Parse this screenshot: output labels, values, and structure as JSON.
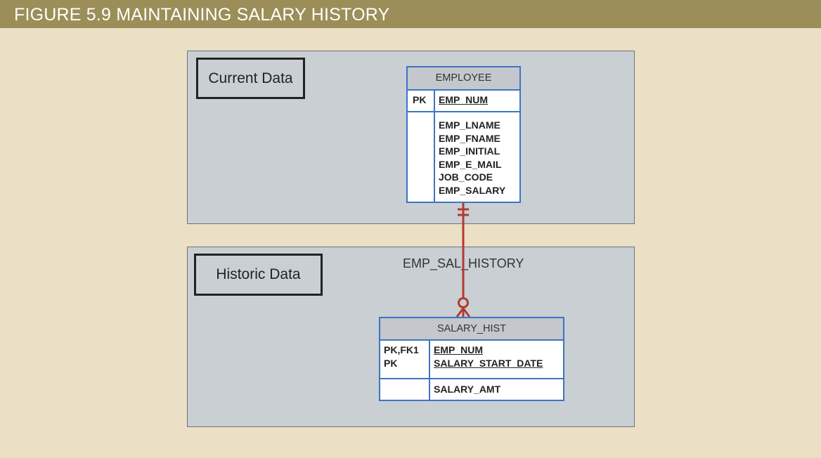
{
  "header": {
    "title": "FIGURE 5.9  MAINTAINING SALARY HISTORY"
  },
  "colors": {
    "header_bg": "#9c8e58",
    "page_bg": "#ebdfc6",
    "panel_bg": "#cacfd3",
    "entity_border": "#3d74c4",
    "relationship": "#b23a32"
  },
  "panels": {
    "current": {
      "label": "Current Data"
    },
    "historic": {
      "label": "Historic Data"
    }
  },
  "relationship": {
    "name": "EMP_SAL_HISTORY",
    "parent_end": "one-and-only-one",
    "child_end": "zero-or-many"
  },
  "employee": {
    "title": "EMPLOYEE",
    "key_label": "PK",
    "key_attr": "EMP_NUM",
    "attributes": [
      "EMP_LNAME",
      "EMP_FNAME",
      "EMP_INITIAL",
      "EMP_E_MAIL",
      "JOB_CODE",
      "EMP_SALARY"
    ]
  },
  "salary_hist": {
    "title": "SALARY_HIST",
    "key_labels": [
      "PK,FK1",
      "PK"
    ],
    "key_attrs": [
      "EMP_NUM",
      "SALARY_START_DATE"
    ],
    "attributes": [
      "SALARY_AMT"
    ]
  }
}
